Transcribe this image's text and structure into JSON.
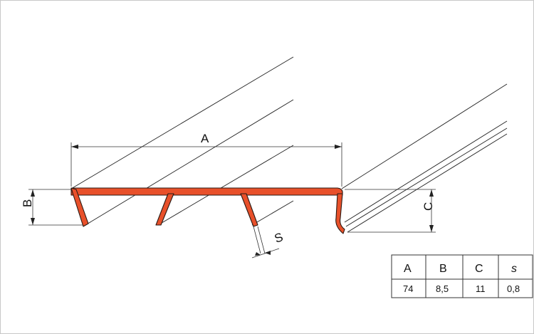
{
  "dimensions": {
    "A": "A",
    "B": "B",
    "C": "C",
    "S": "S"
  },
  "table": {
    "headers": [
      "A",
      "B",
      "C",
      "s"
    ],
    "values": [
      "74",
      "8,5",
      "11",
      "0,8"
    ]
  },
  "colors": {
    "profile": "#e8502a",
    "outline": "#2a1a14",
    "lines": "#222222"
  }
}
